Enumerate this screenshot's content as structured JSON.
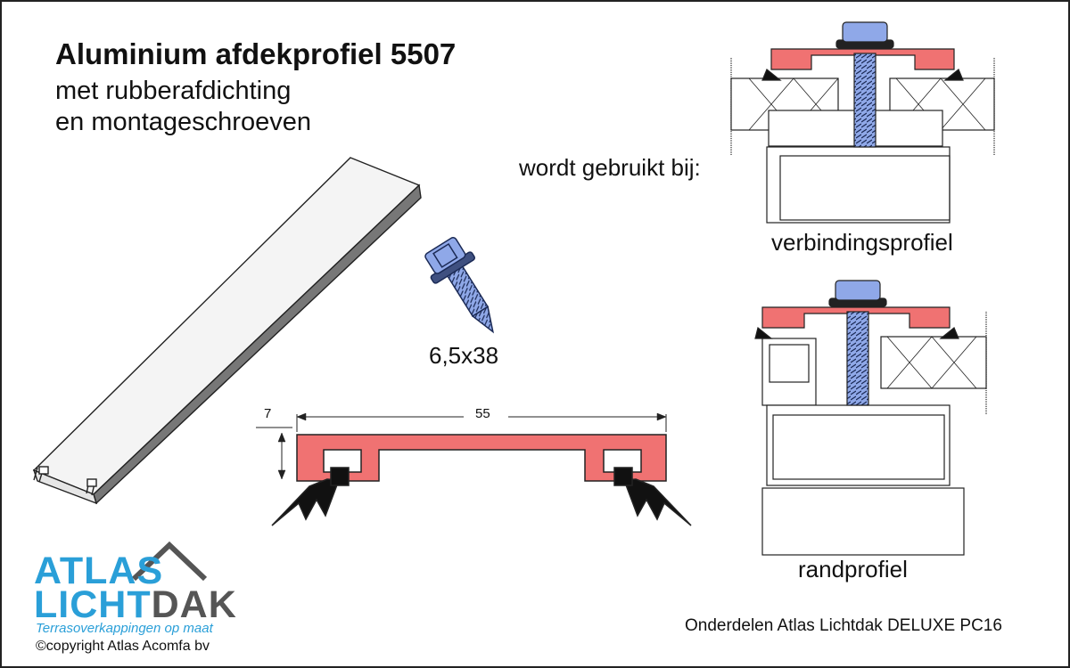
{
  "title": "Aluminium afdekprofiel 5507",
  "subtitle_line1": "met rubberafdichting",
  "subtitle_line2": "en montageschroeven",
  "used_by_label": "wordt gebruikt bij:",
  "screw_size": "6,5x38",
  "dimension_height": "7",
  "dimension_width": "55",
  "label_connection_profile": "verbindingsprofiel",
  "label_edge_profile": "randprofiel",
  "footer": "Onderdelen Atlas Lichtdak DELUXE PC16",
  "logo": {
    "line1": "ATLAS",
    "line2_a": "LICHT",
    "line2_b": "DAK",
    "tagline": "Terrasoverkappingen op maat",
    "copyright": "©copyright Atlas Acomfa bv"
  },
  "colors": {
    "profile_red": "#f07272",
    "screw_blue": "#8fa8e8",
    "logo_blue": "#2a9fd8",
    "logo_gray": "#555555"
  }
}
